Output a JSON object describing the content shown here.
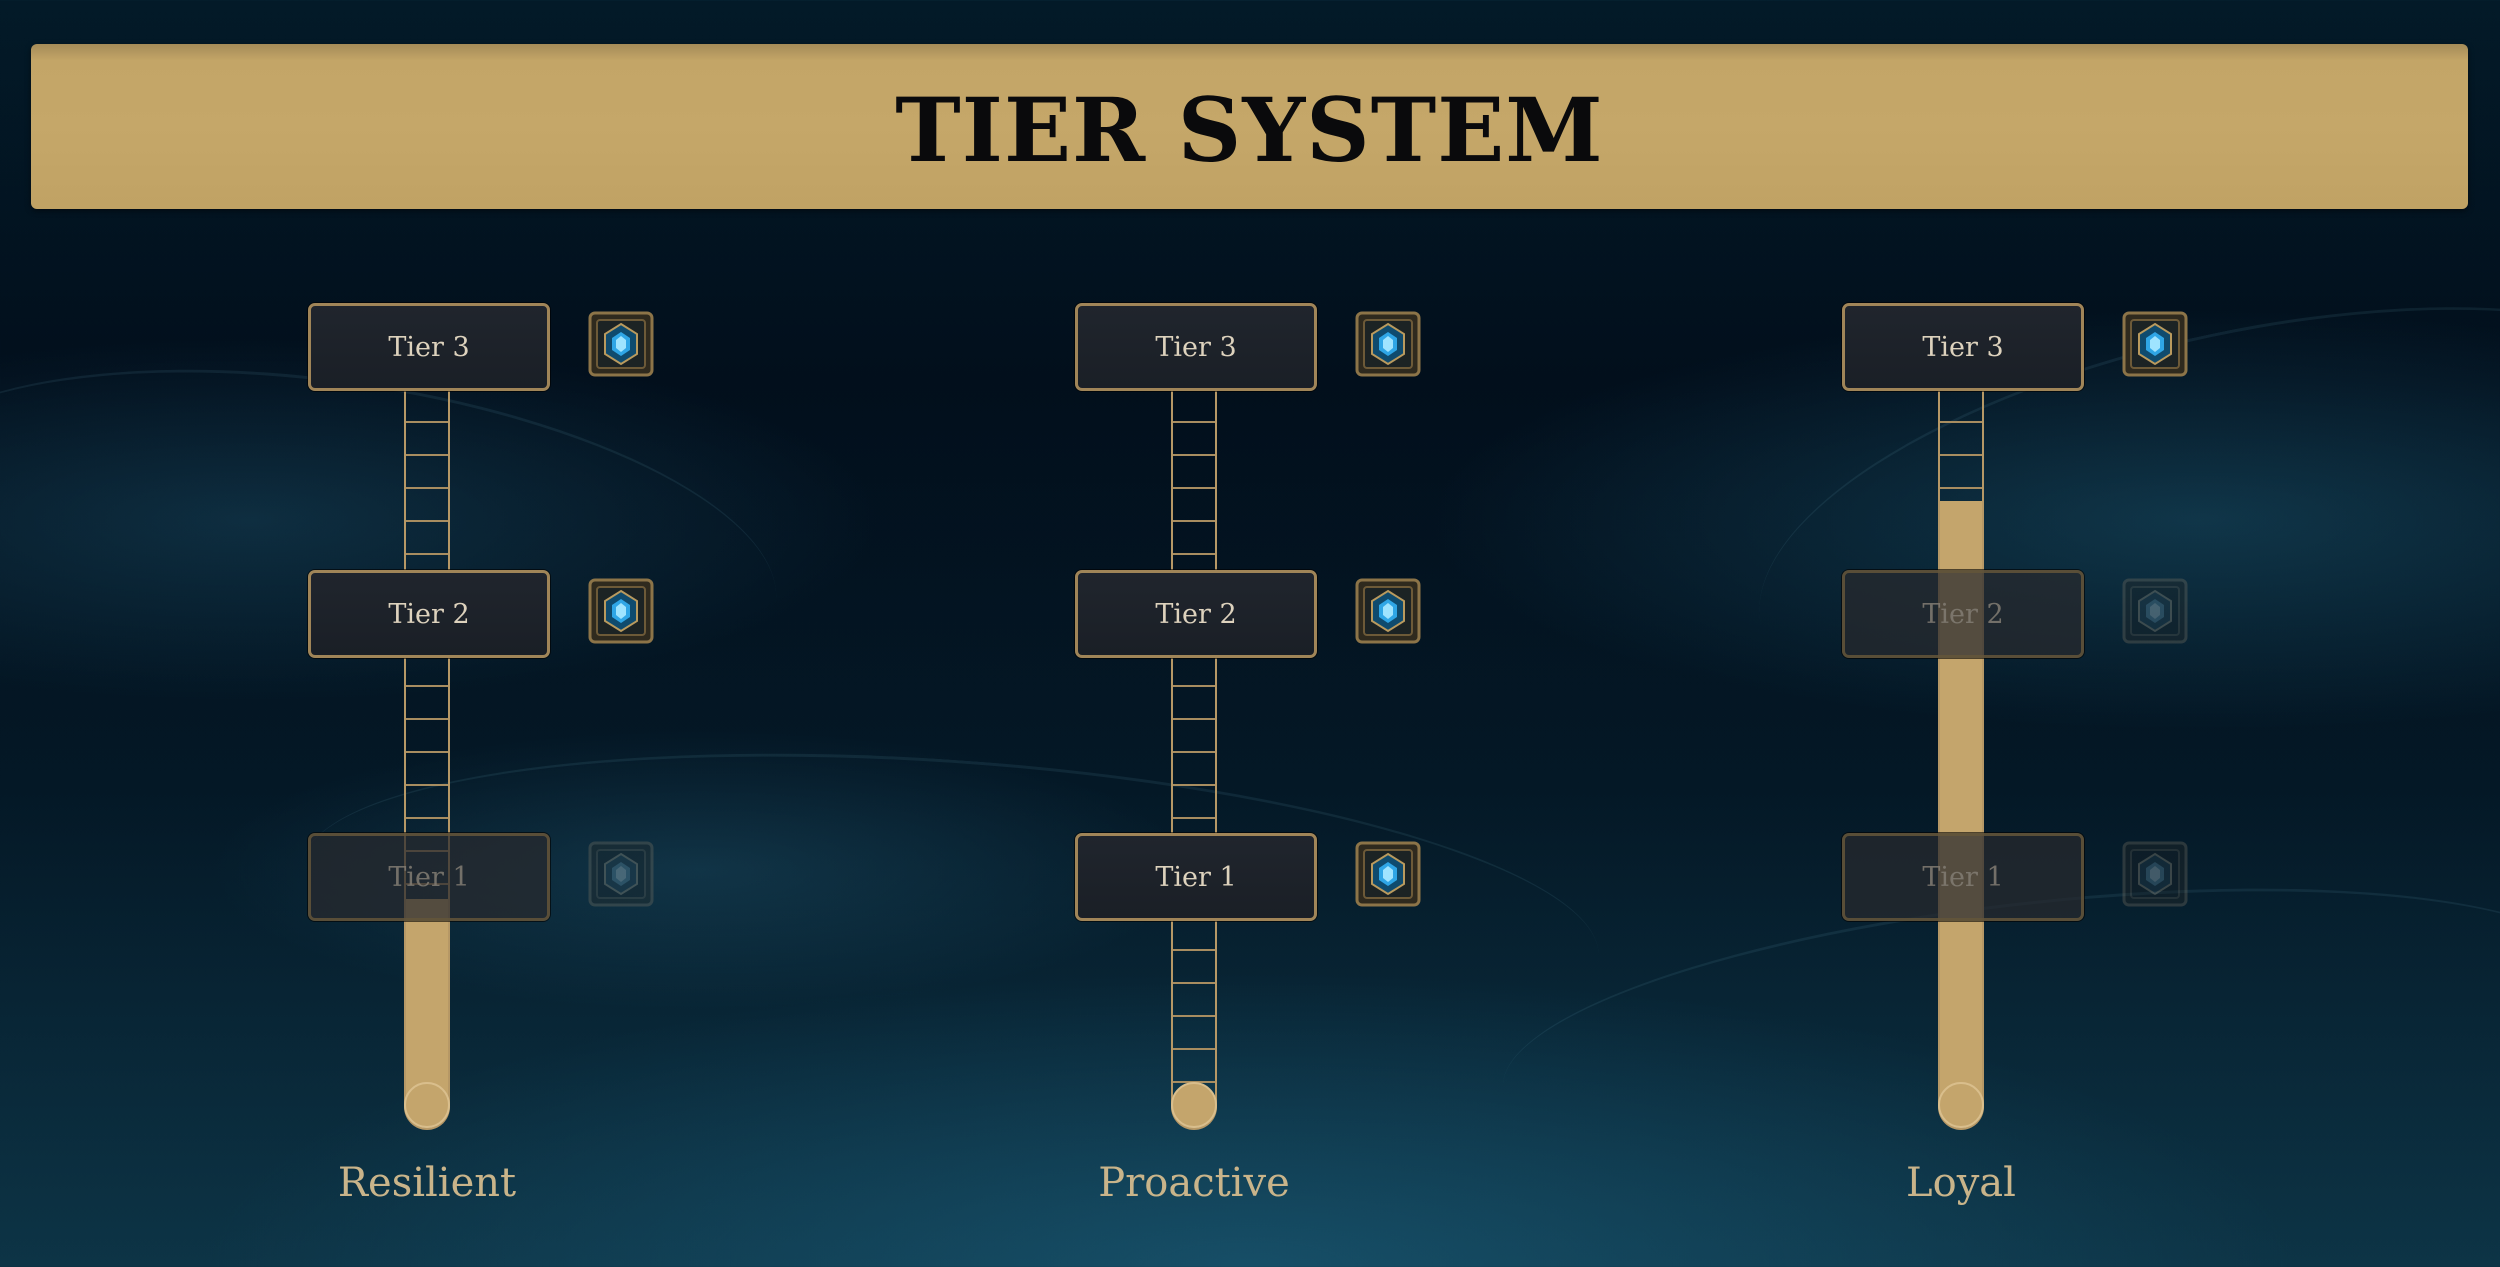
{
  "banner": {
    "title": "TIER SYSTEM"
  },
  "columns": [
    {
      "label": "Resilient",
      "progress_fraction": 0.31,
      "tiers": [
        {
          "label": "Tier 3",
          "unlocked": true
        },
        {
          "label": "Tier 2",
          "unlocked": true
        },
        {
          "label": "Tier 1",
          "unlocked": false
        }
      ]
    },
    {
      "label": "Proactive",
      "progress_fraction": 0.04,
      "tiers": [
        {
          "label": "Tier 3",
          "unlocked": true
        },
        {
          "label": "Tier 2",
          "unlocked": true
        },
        {
          "label": "Tier 1",
          "unlocked": true
        }
      ]
    },
    {
      "label": "Loyal",
      "progress_fraction": 0.85,
      "tiers": [
        {
          "label": "Tier 3",
          "unlocked": true
        },
        {
          "label": "Tier 2",
          "unlocked": false
        },
        {
          "label": "Tier 1",
          "unlocked": false
        }
      ]
    }
  ],
  "icons": {
    "reward": "hextech-chest-icon"
  },
  "colors": {
    "gold": "#c4a56c",
    "banner": "#c5a769",
    "tier_text": "#ddd2bd",
    "chest_gem": "#2fa6e6"
  }
}
